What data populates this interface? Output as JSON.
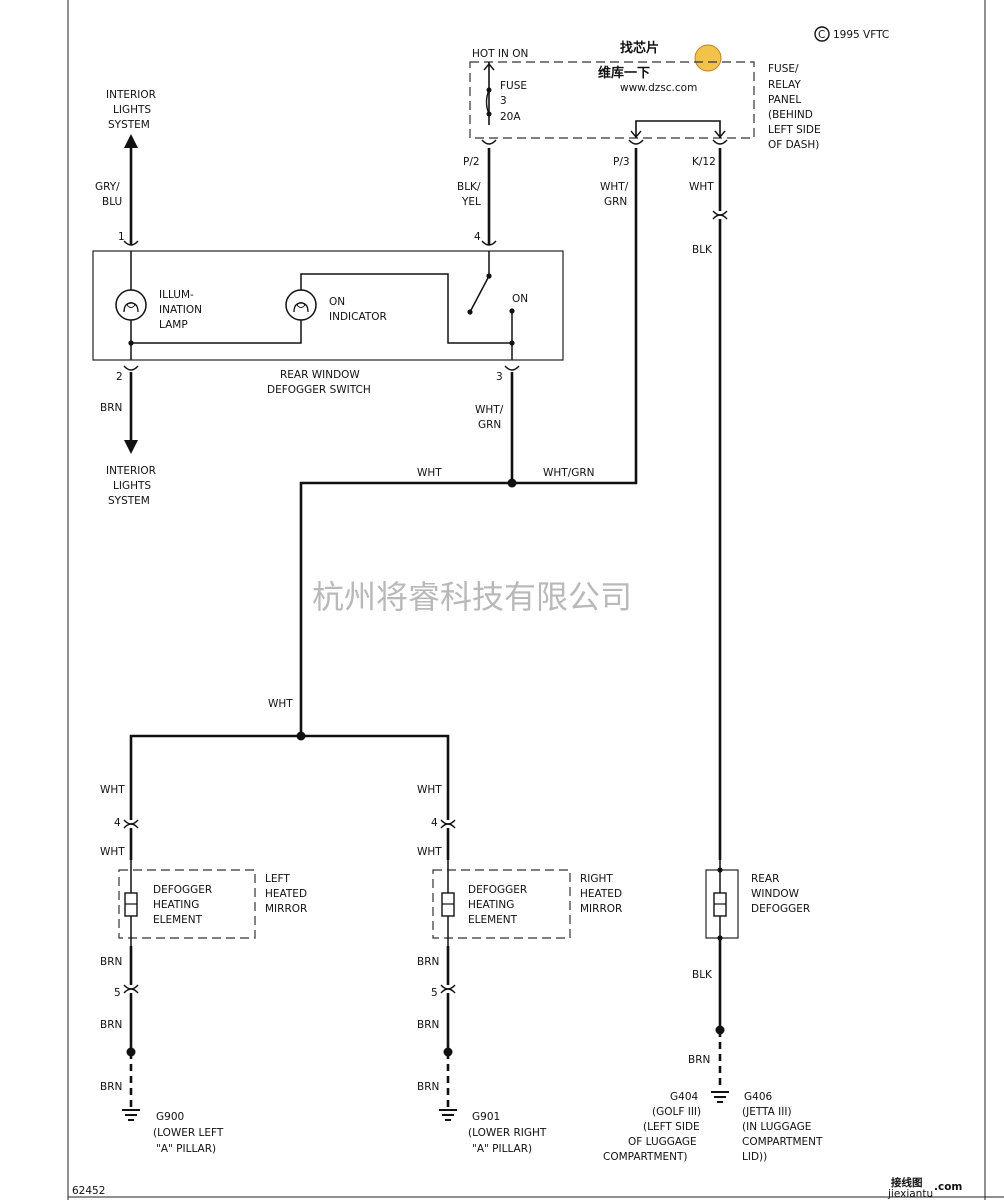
{
  "copyright": "1995 VFTC",
  "figure_number": "62452",
  "watermark_text": "杭州将睿科技有限公司",
  "corner_watermarks": {
    "top_line1": "找芯片",
    "top_line2": "维库一下",
    "top_url": "www.dzsc.com",
    "bottom_logo": "接线图",
    "bottom_com": ".com",
    "bottom_url": "jiexiantu"
  },
  "fuse_panel": {
    "hot_in_label": "HOT IN ON",
    "fuse_label": "FUSE",
    "fuse_number": "3",
    "fuse_rating": "20A",
    "panel_label": [
      "FUSE/",
      "RELAY",
      "PANEL",
      "(BEHIND",
      "LEFT SIDE",
      "OF DASH)"
    ],
    "pin_p2": "P/2",
    "pin_p3": "P/3",
    "pin_k12": "K/12"
  },
  "switch": {
    "name": [
      "REAR WINDOW",
      "DEFOGGER SWITCH"
    ],
    "illumination_lamp": [
      "ILLUM-",
      "INATION",
      "LAMP"
    ],
    "on_indicator": [
      "ON",
      "INDICATOR"
    ],
    "on_label": "ON",
    "pin1": "1",
    "pin2": "2",
    "pin3": "3",
    "pin4": "4"
  },
  "interior_lights_top": [
    "INTERIOR",
    "LIGHTS",
    "SYSTEM"
  ],
  "interior_lights_bottom": [
    "INTERIOR",
    "LIGHTS",
    "SYSTEM"
  ],
  "wires": {
    "gry_blu": [
      "GRY/",
      "BLU"
    ],
    "blk_yel": [
      "BLK/",
      "YEL"
    ],
    "wht_grn_fuse": [
      "WHT/",
      "GRN"
    ],
    "wht_k12": "WHT",
    "blk_upper": "BLK",
    "brn_pin2": "BRN",
    "wht_grn_pin3": [
      "WHT/",
      "GRN"
    ],
    "wht_junction": "WHT",
    "wht_grn_junction": "WHT/GRN",
    "wht_mid": "WHT",
    "left_wht_above": "WHT",
    "left_wht_below": "WHT",
    "left_brn_above": "BRN",
    "left_brn_below": "BRN",
    "left_brn_ground": "BRN",
    "right_wht_above": "WHT",
    "right_wht_below": "WHT",
    "right_brn_above": "BRN",
    "right_brn_below": "BRN",
    "right_brn_ground": "BRN",
    "defogger_blk": "BLK",
    "defogger_brn": "BRN"
  },
  "left_mirror": {
    "connector_top": "4",
    "connector_bottom": "5",
    "element": [
      "DEFOGGER",
      "HEATING",
      "ELEMENT"
    ],
    "name": [
      "LEFT",
      "HEATED",
      "MIRROR"
    ],
    "ground": [
      "G900",
      "(LOWER LEFT",
      "\"A\" PILLAR)"
    ]
  },
  "right_mirror": {
    "connector_top": "4",
    "connector_bottom": "5",
    "element": [
      "DEFOGGER",
      "HEATING",
      "ELEMENT"
    ],
    "name": [
      "RIGHT",
      "HEATED",
      "MIRROR"
    ],
    "ground": [
      "G901",
      "(LOWER RIGHT",
      "\"A\" PILLAR)"
    ]
  },
  "rear_defogger": {
    "name": [
      "REAR",
      "WINDOW",
      "DEFOGGER"
    ],
    "ground_golf": [
      "G404",
      "(GOLF III)",
      "(LEFT SIDE",
      "OF LUGGAGE",
      "COMPARTMENT)"
    ],
    "ground_jetta": [
      "G406",
      "(JETTA III)",
      "(IN LUGGAGE",
      "COMPARTMENT",
      "LID))"
    ]
  }
}
